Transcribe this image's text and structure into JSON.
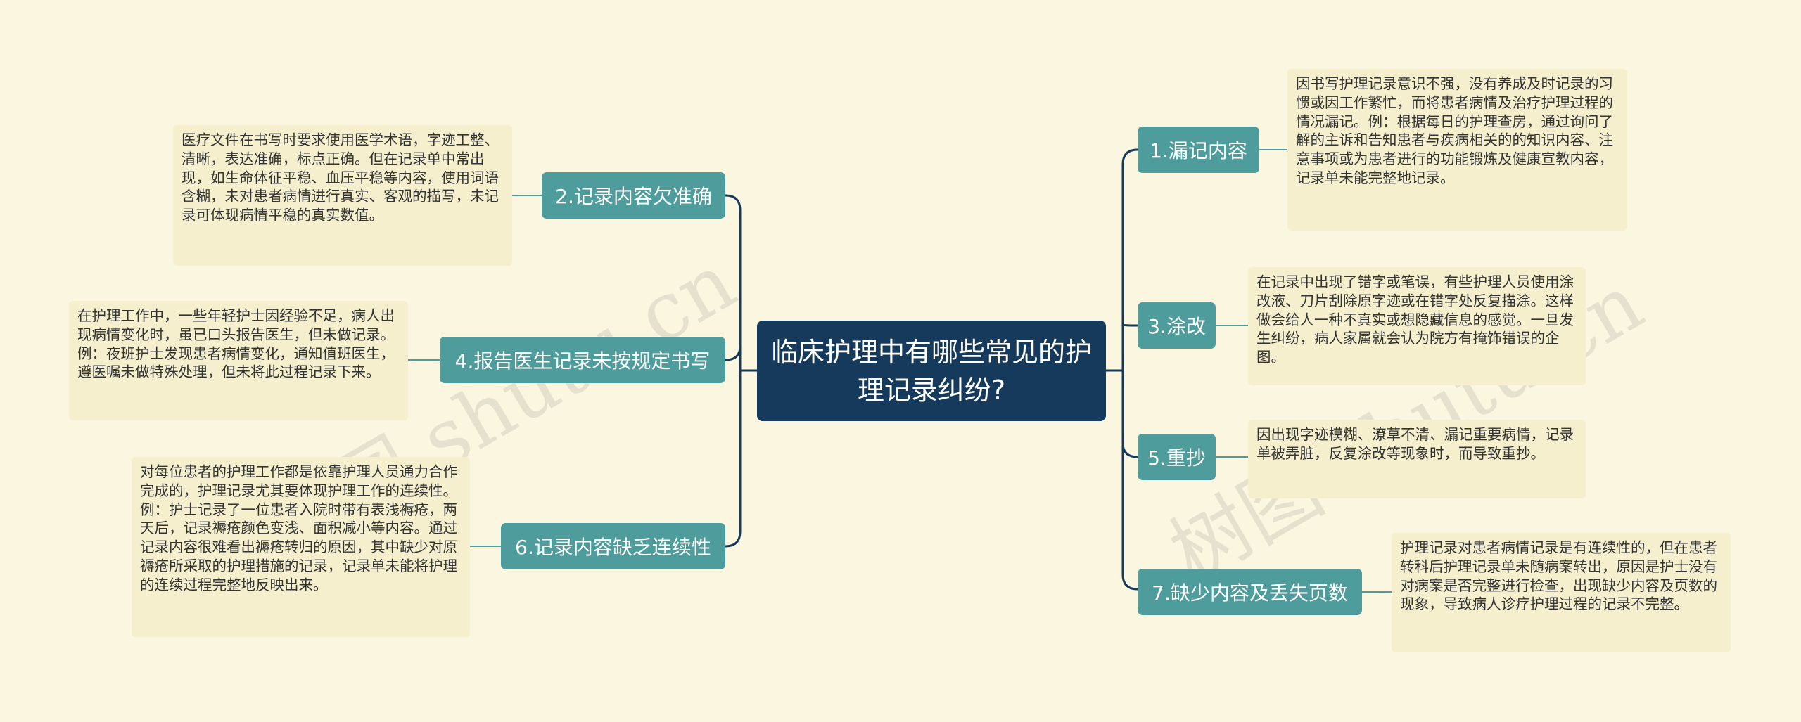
{
  "root": {
    "title": "临床护理中有哪些常见的护理记录纠纷?"
  },
  "branches": {
    "b1": {
      "label": "1.漏记内容",
      "note": "因书写护理记录意识不强，没有养成及时记录的习惯或因工作繁忙，而将患者病情及治疗护理过程的情况漏记。例：根据每日的护理查房，通过询问了解的主诉和告知患者与疾病相关的的知识内容、注意事项或为患者进行的功能锻炼及健康宣教内容，记录单未能完整地记录。"
    },
    "b2": {
      "label": "2.记录内容欠准确",
      "note": "医疗文件在书写时要求使用医学术语，字迹工整、清晰，表达准确，标点正确。但在记录单中常出现，如生命体征平稳、血压平稳等内容，使用词语含糊，未对患者病情进行真实、客观的描写，未记录可体现病情平稳的真实数值。"
    },
    "b3": {
      "label": "3.涂改",
      "note": "在记录中出现了错字或笔误，有些护理人员使用涂改液、刀片刮除原字迹或在错字处反复描涂。这样做会给人一种不真实或想隐藏信息的感觉。一旦发生纠纷，病人家属就会认为院方有掩饰错误的企图。"
    },
    "b4": {
      "label": "4.报告医生记录未按规定书写",
      "note": "在护理工作中，一些年轻护士因经验不足，病人出现病情变化时，虽已口头报告医生，但未做记录。例：夜班护士发现患者病情变化，通知值班医生，遵医嘱未做特殊处理，但未将此过程记录下来。"
    },
    "b5": {
      "label": "5.重抄",
      "note": "因出现字迹模糊、潦草不清、漏记重要病情，记录单被弄脏，反复涂改等现象时，而导致重抄。"
    },
    "b6": {
      "label": "6.记录内容缺乏连续性",
      "note": "对每位患者的护理工作都是依靠护理人员通力合作完成的，护理记录尤其要体现护理工作的连续性。例：护士记录了一位患者入院时带有表浅褥疮，两天后，记录褥疮颜色变浅、面积减小等内容。通过记录内容很难看出褥疮转归的原因，其中缺少对原褥疮所采取的护理措施的记录，记录单未能将护理的连续过程完整地反映出来。"
    },
    "b7": {
      "label": "7.缺少内容及丢失页数",
      "note": "护理记录对患者病情记录是有连续性的，但在患者转科后护理记录单未随病案转出，原因是护士没有对病案是否完整进行检查，出现缺少内容及页数的现象，导致病人诊疗护理过程的记录不完整。"
    }
  },
  "watermarks": [
    "树图 shutu.cn",
    "树图 shutu.cn"
  ],
  "colors": {
    "background": "#fbf6df",
    "root": "#163a5c",
    "branch": "#4e9c9c",
    "note": "#f5efce",
    "line": "#163a5c",
    "note_line": "#4e9c9c"
  }
}
